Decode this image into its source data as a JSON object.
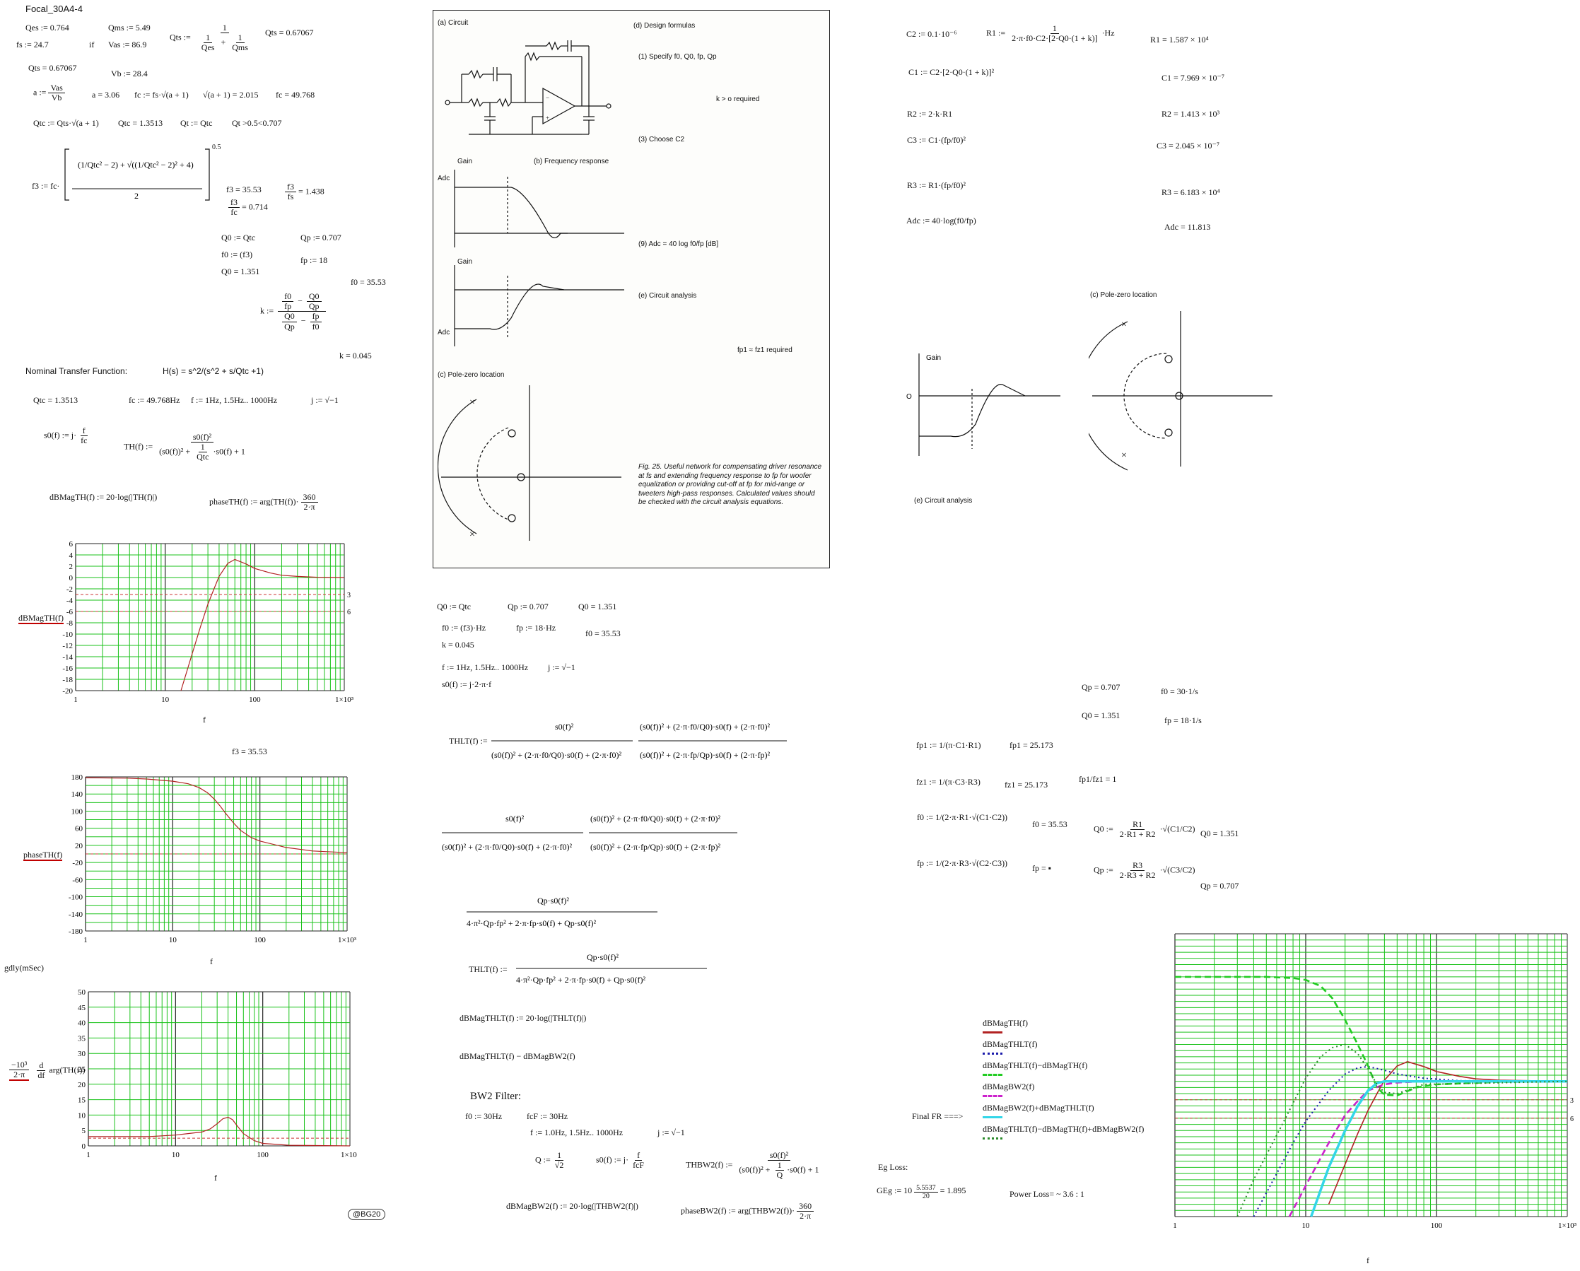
{
  "header": {
    "title": "Focal_30A4-4"
  },
  "params": {
    "qes": "Qes := 0.764",
    "qms": "Qms := 5.49",
    "qts_def": "Qts :=",
    "qts_val": "Qts = 0.67067",
    "fs": "fs := 24.7",
    "if": "if",
    "vas": "Vas := 86.9",
    "qts_eq": "Qts = 0.67067",
    "vb": "Vb := 28.4",
    "a_def": "a :=",
    "a_val": "a = 3.06",
    "fc_def": "fc := fs·√(a + 1)",
    "sqrt_val": "√(a + 1) = 2.015",
    "fc_val": "fc = 49.768",
    "qtc_def": "Qtc := Qts·√(a + 1)",
    "qtc_val": "Qtc = 1.3513",
    "qt_def": "Qt := Qtc",
    "qt_cond": "Qt >0.5<0.707",
    "f3_def": "f3 := fc·",
    "f3_exp": "0.5",
    "f3_val": "f3 = 35.53",
    "f3fs_val": "= 1.438",
    "f3fc_val": "= 0.714",
    "q0_def": "Q0 := Qtc",
    "qp_def": "Qp := 0.707",
    "f0_def": "f0 := (f3)",
    "fp_def": "fp := 18",
    "q0_val": "Q0 = 1.351",
    "f0_val": "f0 = 35.53",
    "k_def": "k :=",
    "k_val": "k = 0.045"
  },
  "nominal": {
    "label": "Nominal Transfer Function:",
    "formula": "H(s) = s^2/(s^2 + s/Qtc +1)",
    "qtc": "Qtc = 1.3513",
    "fc": "fc := 49.768Hz",
    "frange": "f := 1Hz, 1.5Hz.. 1000Hz",
    "j": "j := √−1",
    "s0": "s0(f) := j·",
    "th": "TH(f) :=",
    "dbmag": "dBMagTH(f) := 20·log(|TH(f)|)",
    "phase": "phaseTH(f) := arg(TH(f))·"
  },
  "charts_left": {
    "mag_ylabel": "dBMagTH(f)",
    "mag_xlabel": "f",
    "mag_ref1": "3",
    "mag_ref2": "6",
    "f3_label": "f3 = 35.53",
    "phase_ylabel": "phaseTH(f)",
    "phase_xlabel": "f",
    "gd_title": "gdly(mSec)",
    "gd_ylabel": "arg(TH(f))",
    "gd_xlabel": "f",
    "badge": "@BG20"
  },
  "scan": {
    "a": "(a) Circuit",
    "d": "(d)  Design formulas",
    "b": "(b) Frequency response",
    "c": "(c) Pole-zero location",
    "e": "(e)  Circuit analysis",
    "f1": "(1)  Specify  f0, Q0, fp, Qp",
    "f2": "k > o required",
    "f3": "(3)  Choose  C2",
    "f9": "(9)   Adc = 40 log f0/fp      [dB]",
    "caption": "Fig. 25. Useful network for compensating driver resonance at fs and extending frequency response to fp for woofer equalization or providing cut-off at fp for mid-range or tweeters high-pass responses. Calculated values should be checked with the circuit analysis equations.",
    "gain": "Gain",
    "adc": "Adc",
    "approx": "fp1 ≈ fz1 required"
  },
  "middle": {
    "q0": "Q0 := Qtc",
    "qp": "Qp := 0.707",
    "q0v": "Q0 = 1.351",
    "f0": "f0 := (f3)·Hz",
    "fp": "fp := 18·Hz",
    "f0v": "f0 = 35.53",
    "kv": "k = 0.045",
    "frange": "f := 1Hz, 1.5Hz.. 1000Hz",
    "j": "j := √−1",
    "s0": "s0(f) := j·2·π·f",
    "thlt": "THLT(f) :=",
    "dbthlt": "dBMagTHLT(f) := 20·log(|THLT(f)|)",
    "dbdiff": "dBMagTHLT(f) − dBMagBW2(f)",
    "bw2": "BW2 Filter:",
    "bw_f0": "f0 := 30Hz",
    "bw_fcf": "fcF := 30Hz",
    "bw_frange": "f := 1.0Hz, 1.5Hz.. 1000Hz",
    "bw_j": "j := √−1",
    "bw_q": "Q :=",
    "bw_s0": "s0(f) := j·",
    "bw_th": "THBW2(f) :=",
    "bw_db": "dBMagBW2(f) := 20·log(|THBW2(f)|)",
    "bw_phase": "phaseBW2(f) := arg(THBW2(f))·"
  },
  "right": {
    "c2": "C2 := 0.1·10⁻⁶",
    "r1": "R1 :=",
    "r1v": "R1 = 1.587 × 10⁴",
    "c1": "C1 := C2·[2·Q0·(1 + k)]²",
    "c1v": "C1 = 7.969 × 10⁻⁷",
    "r2": "R2 := 2·k·R1",
    "r2v": "R2 = 1.413 × 10³",
    "c3": "C3 := C1·(fp/f0)²",
    "c3v": "C3 = 2.045 × 10⁻⁷",
    "r3": "R3 := R1·(fp/f0)²",
    "r3v": "R3 = 6.183 × 10⁴",
    "adc": "Adc := 40·log(f0/fp)",
    "adcv": "Adc = 11.813",
    "pz": "(c) Pole-zero location",
    "ca": "(e)  Circuit analysis",
    "qpv": "Qp = 0.707",
    "f0v": "f0 = 30·1/s",
    "q0v": "Q0 = 1.351",
    "fpv": "fp = 18·1/s",
    "fp1": "fp1 := 1/(π·C1·R1)",
    "fp1v": "fp1 = 25.173",
    "fz1": "fz1 := 1/(π·C3·R3)",
    "fz1v": "fz1 = 25.173",
    "ratio": "fp1/fz1 = 1",
    "f0def": "f0 := 1/(2·π·R1·√(C1·C2))",
    "f0val": "f0 = 35.53",
    "q0def": "Q0 :=",
    "q0val": "Q0 = 1.351",
    "fpdef": "fp := 1/(2·π·R3·√(C2·C3))",
    "fpval": "fp = ▪",
    "qpdef": "Qp :=",
    "qpval": "Qp = 0.707",
    "final": "Final FR ===>",
    "eg_loss": "Eg Loss:",
    "geg": "GEg := 10",
    "geg_val": "= 1.895",
    "power": "Power Loss= ~ 3.6 : 1"
  },
  "legend": [
    {
      "label": "dBMagTH(f)",
      "color": "#b22222",
      "style": "solid"
    },
    {
      "label": "dBMagTHLT(f)",
      "color": "#1a1aaa",
      "style": "dot"
    },
    {
      "label": "dBMagTHLT(f)−dBMagTH(f)",
      "color": "#22cc22",
      "style": "dash"
    },
    {
      "label": "dBMagBW2(f)",
      "color": "#cc22cc",
      "style": "dash"
    },
    {
      "label": "dBMagBW2(f)+dBMagTHLT(f)",
      "color": "#33d6e8",
      "style": "solid"
    },
    {
      "label": "dBMagTHLT(f)−dBMagTH(f)+dBMagBW2(f)",
      "color": "#2a8a2a",
      "style": "dot"
    }
  ],
  "chart_data": [
    {
      "type": "line",
      "name": "mag",
      "x_scale": "log",
      "xlim": [
        1,
        1000
      ],
      "ylim": [
        -20,
        6
      ],
      "xticks": [
        "1",
        "10",
        "100",
        "1×10³"
      ],
      "yticks": [
        "6",
        "4",
        "2",
        "0",
        "-2",
        "-4",
        "-6",
        "-8",
        "-10",
        "-12",
        "-14",
        "-16",
        "-18",
        "-20"
      ],
      "ylabel": "dBMagTH(f)",
      "xlabel": "f",
      "series": [
        {
          "name": "dBMagTH(f)",
          "x": [
            15,
            20,
            25,
            30,
            35.5,
            40,
            50,
            60,
            80,
            100,
            150,
            200,
            300,
            500,
            1000
          ],
          "y": [
            -20,
            -13.5,
            -8.5,
            -4.7,
            -1.8,
            0.2,
            2.5,
            3.2,
            2.4,
            1.6,
            0.8,
            0.4,
            0.2,
            0.05,
            0
          ]
        }
      ]
    },
    {
      "type": "line",
      "name": "phase",
      "x_scale": "log",
      "xlim": [
        1,
        1000
      ],
      "ylim": [
        -180,
        180
      ],
      "xticks": [
        "1",
        "10",
        "100",
        "1×10³"
      ],
      "yticks": [
        "180",
        "140",
        "100",
        "60",
        "20",
        "-20",
        "-60",
        "-100",
        "-140",
        "-180"
      ],
      "ylabel": "phaseTH(f)",
      "xlabel": "f",
      "series": [
        {
          "name": "phaseTH(f)",
          "x": [
            1,
            3,
            5,
            10,
            15,
            20,
            25,
            30,
            35,
            40,
            50,
            60,
            80,
            100,
            200,
            400,
            1000
          ],
          "y": [
            178,
            177,
            175,
            170,
            164,
            155,
            143,
            128,
            112,
            96,
            72,
            55,
            38,
            30,
            15,
            7,
            3
          ]
        }
      ]
    },
    {
      "type": "line",
      "name": "group_delay",
      "x_scale": "log",
      "xlim": [
        1,
        1000
      ],
      "ylim": [
        0,
        50
      ],
      "xticks": [
        "1",
        "10",
        "100",
        "1×10³"
      ],
      "yticks": [
        "50",
        "45",
        "40",
        "35",
        "30",
        "25",
        "20",
        "15",
        "10",
        "5",
        "0"
      ],
      "ylabel": "arg(TH(f))",
      "xlabel": "f",
      "series": [
        {
          "name": "group delay",
          "x": [
            1,
            5,
            10,
            20,
            25,
            30,
            35,
            40,
            45,
            50,
            60,
            80,
            100,
            200,
            1000
          ],
          "y": [
            3,
            3,
            3.5,
            4.5,
            5.5,
            7.2,
            8.8,
            9.3,
            8.5,
            6.8,
            4,
            1.7,
            0.8,
            0.2,
            0
          ]
        }
      ]
    },
    {
      "type": "line",
      "name": "final_fr",
      "x_scale": "log",
      "xlim": [
        1,
        1000
      ],
      "ylim": [
        -22,
        24
      ],
      "xticks": [
        "1",
        "10",
        "100",
        "1×10³"
      ],
      "xlabel": "f",
      "series": [
        {
          "name": "dBMagTH(f)",
          "x": [
            15,
            20,
            25,
            30,
            35.5,
            40,
            50,
            60,
            80,
            100,
            150,
            200,
            300,
            1000
          ],
          "y": [
            -20,
            -13.5,
            -8.5,
            -4.7,
            -1.8,
            0.2,
            2.5,
            3.2,
            2.4,
            1.6,
            0.8,
            0.4,
            0.2,
            0
          ]
        },
        {
          "name": "dBMagTHLT(f)",
          "x": [
            4,
            6,
            8,
            10,
            15,
            20,
            25,
            30,
            40,
            50,
            80,
            150,
            1000
          ],
          "y": [
            -22,
            -15,
            -10,
            -6.5,
            -1.5,
            1.2,
            2.2,
            2.4,
            1.8,
            1.2,
            0.5,
            0.1,
            0
          ]
        },
        {
          "name": "dBMagTHLT(f)−dBMagTH(f)",
          "x": [
            1,
            3,
            5,
            8,
            10,
            13,
            16,
            20,
            25,
            30,
            35,
            40,
            50,
            70,
            100,
            300,
            1000
          ],
          "y": [
            17,
            17,
            17,
            16.8,
            16.5,
            15.5,
            13.5,
            10,
            6,
            2.5,
            -1,
            -2.2,
            -2.3,
            -1,
            -0.5,
            -0.1,
            0
          ]
        },
        {
          "name": "dBMagBW2(f)",
          "x": [
            7.5,
            10,
            15,
            20,
            25,
            30,
            40,
            50,
            80,
            1000
          ],
          "y": [
            -22,
            -17,
            -10,
            -5.5,
            -3.2,
            -1.5,
            -0.5,
            -0.2,
            0,
            0
          ]
        },
        {
          "name": "dBMagBW2(f)+dBMagTHLT(f)",
          "x": [
            11,
            15,
            20,
            25,
            30,
            35,
            40,
            50,
            60,
            80,
            1000
          ],
          "y": [
            -22,
            -14,
            -8,
            -4,
            -1.5,
            -0.3,
            0,
            0,
            0,
            0,
            0
          ]
        },
        {
          "name": "dBMagTHLT(f)−dBMagTH(f)+dBMagBW2(f)",
          "x": [
            3,
            4,
            5,
            7,
            10,
            13,
            16,
            20,
            25,
            30,
            35,
            40,
            50,
            80,
            1000
          ],
          "y": [
            -22,
            -16,
            -12,
            -6,
            0.5,
            4,
            5.5,
            6,
            4.5,
            2,
            -0.5,
            -1.8,
            -2,
            -0.5,
            0
          ]
        }
      ]
    }
  ],
  "colors": {
    "grid": "#1ac21a",
    "trace": "#b22222",
    "dash_ref": "#cc3333",
    "bg": "#ffffff"
  }
}
